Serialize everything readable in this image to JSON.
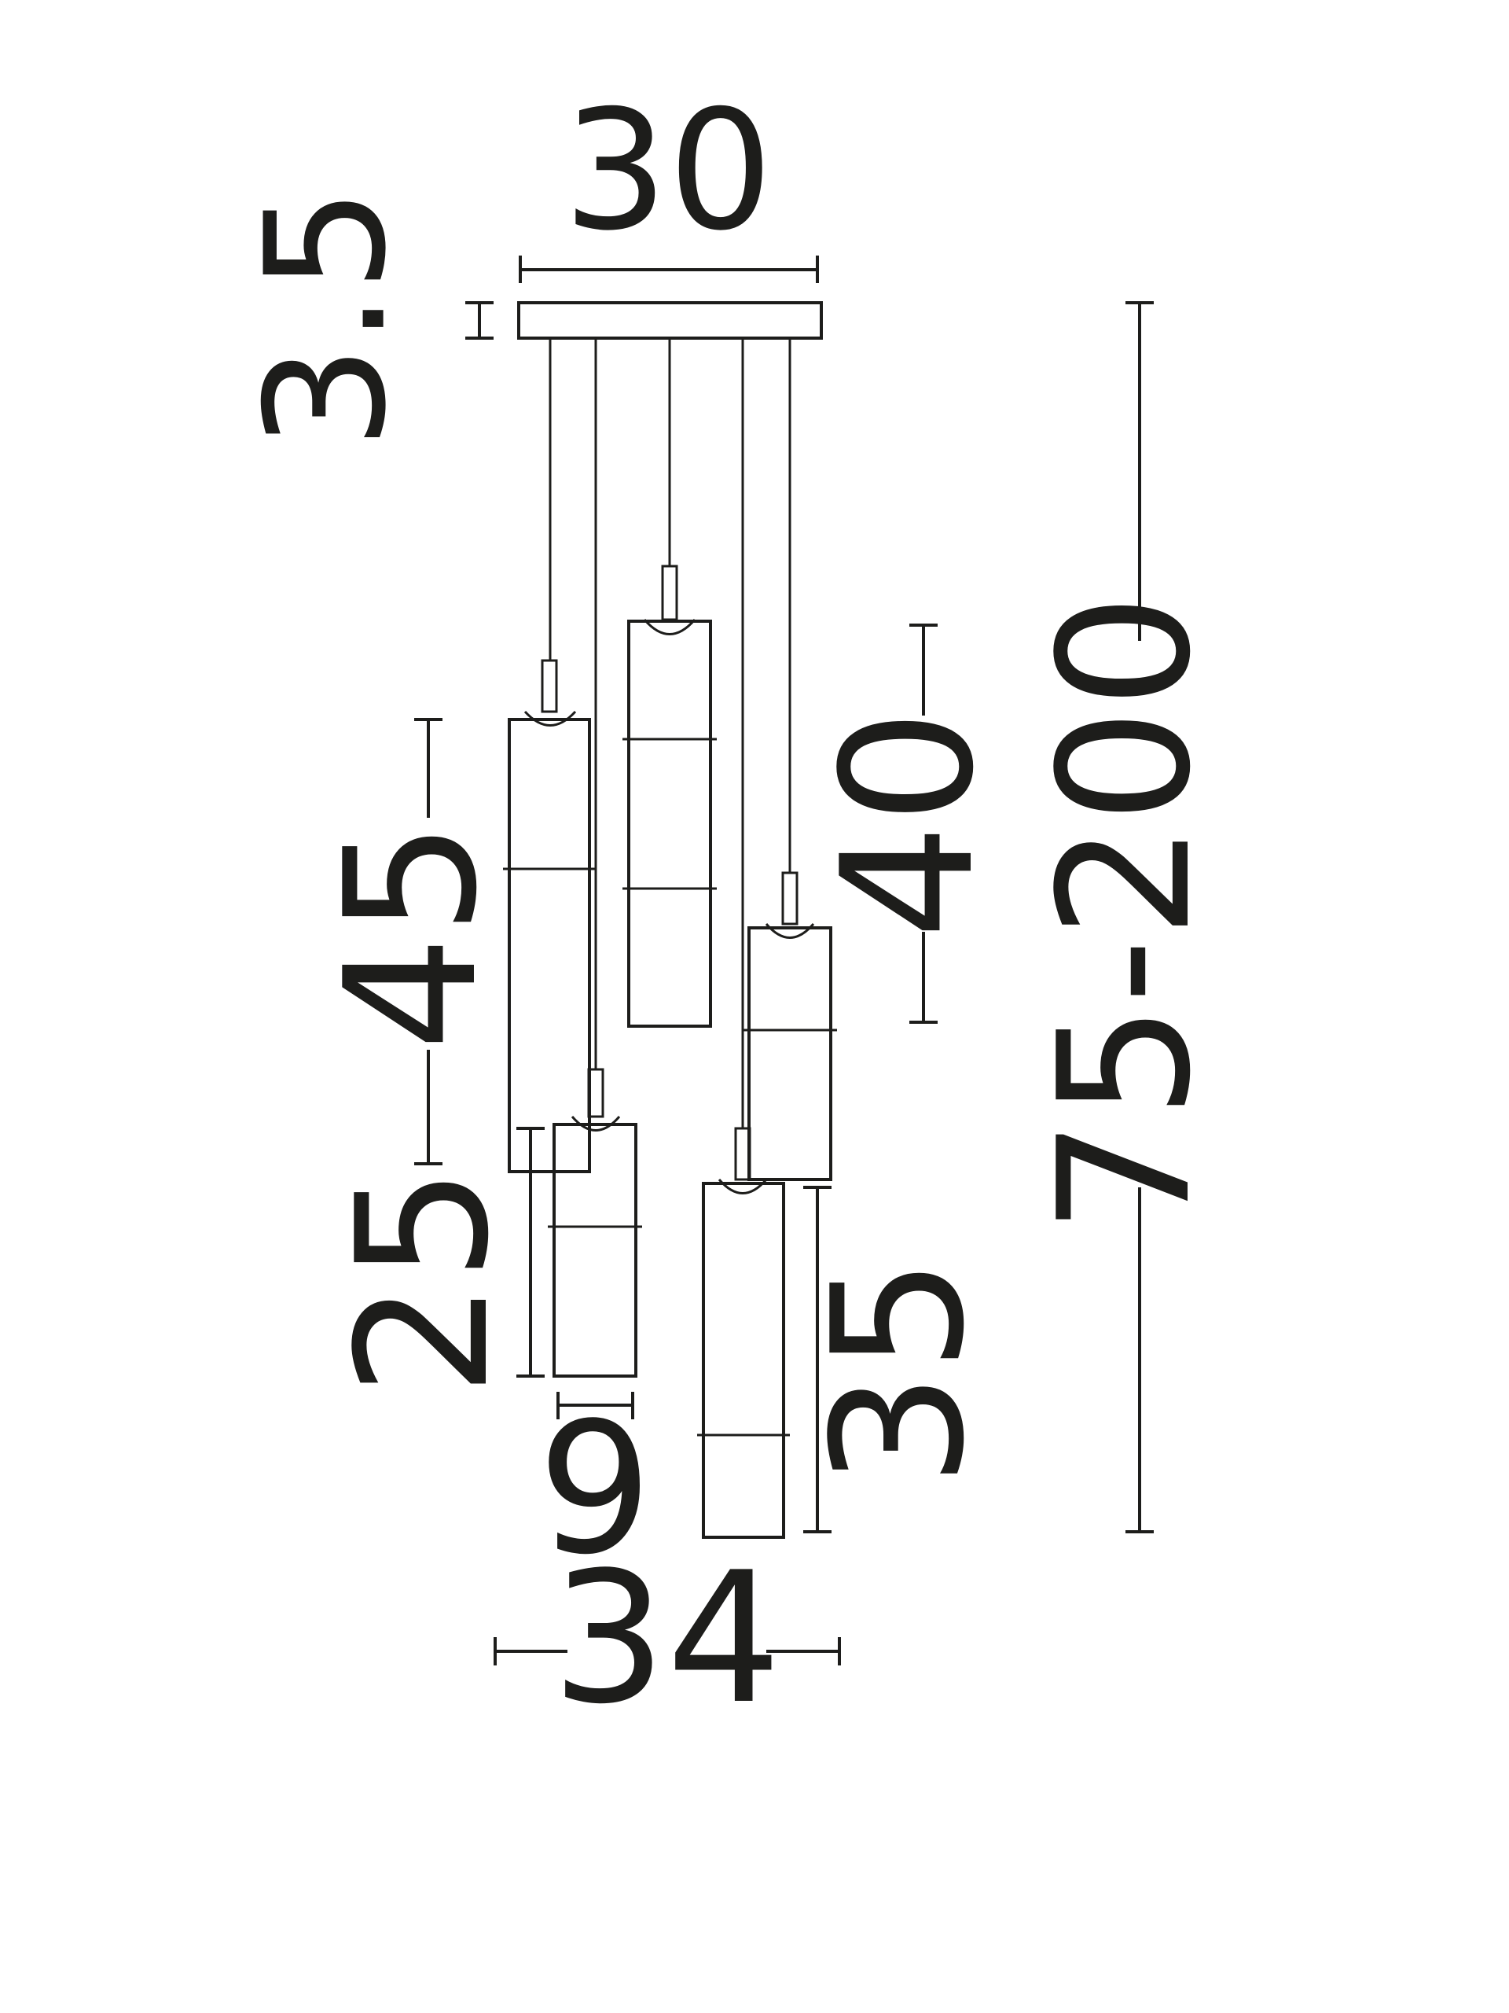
{
  "diagram": {
    "dimensions": {
      "canopy_width": "30",
      "canopy_height": "3.5",
      "total_height": "75-200",
      "shade_a_height": "45",
      "shade_b_height": "40",
      "shade_c_height": "25",
      "shade_d_height": "35",
      "shade_diameter": "9",
      "overall_width": "34"
    },
    "colors": {
      "ink": "#1d1d1b",
      "background": "#ffffff"
    }
  }
}
